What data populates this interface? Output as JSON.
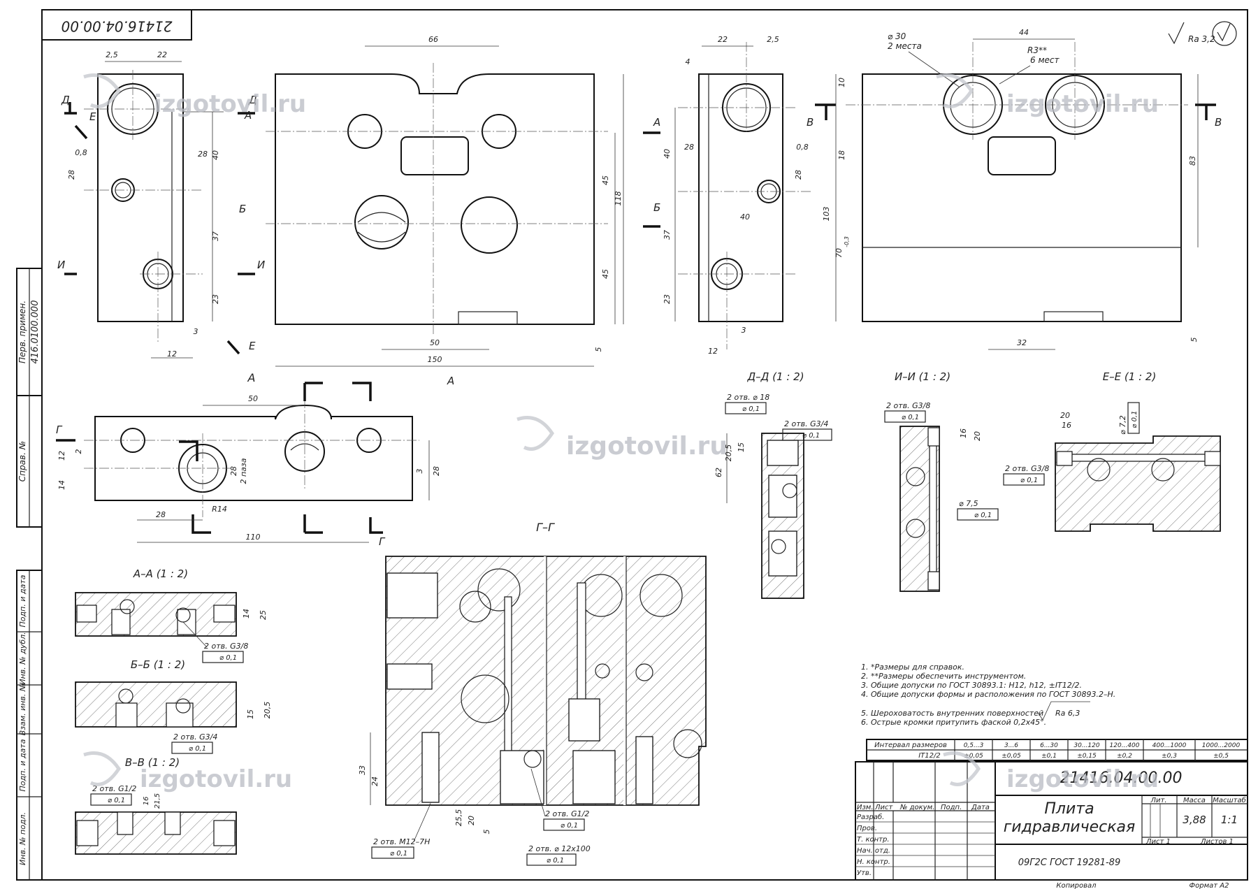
{
  "stamp_number_rotated": "21416.04.00.00",
  "roughness_general": "Ra 3,2",
  "watermark": "izgotovil.ru",
  "left_strip": {
    "perv_primen_label": "Перв. примен.",
    "perv_primen_value": "416.0100.000",
    "sprav_label": "Справ. №",
    "podp_data_1": "Подп. и дата",
    "inv_dubl": "Инв. № дубл.",
    "vzam_inv": "Взам. инв. №",
    "podp_data_2": "Подп. и дата",
    "inv_podl": "Инв. № подл."
  },
  "view_left": {
    "dims": [
      "2,5",
      "22",
      "0,8",
      "28",
      "40",
      "28",
      "37",
      "23",
      "3",
      "12"
    ],
    "marks": [
      "Д",
      "Д",
      "Е",
      "Е",
      "И",
      "И",
      "А",
      "Б"
    ]
  },
  "view_front": {
    "dims": [
      "66",
      "45",
      "118",
      "45",
      "50",
      "150",
      "5"
    ],
    "marks": [
      "А",
      "А",
      "Б",
      "А"
    ]
  },
  "view_side": {
    "dims": [
      "22",
      "2,5",
      "4",
      "40",
      "28",
      "0,8",
      "28",
      "37",
      "40",
      "23",
      "3",
      "12"
    ]
  },
  "view_right": {
    "dims": [
      "44",
      "10",
      "18",
      "83",
      "103",
      "70",
      "32",
      "5"
    ],
    "callouts": [
      "⌀ 30",
      "2 места",
      "R3**",
      "6 мест"
    ],
    "tol_70": "-0,3",
    "marks": [
      "В",
      "В"
    ]
  },
  "view_a": {
    "title": "А",
    "dims": [
      "50",
      "12",
      "2",
      "14",
      "28",
      "2 паза",
      "3",
      "28",
      "28",
      "R14",
      "110"
    ],
    "marks": [
      "Г",
      "Г"
    ]
  },
  "section_dd": {
    "title": "Д–Д (1 : 2)",
    "callout1": "2 отв. ⌀ 18",
    "tol1": "⌀ 0,1",
    "callout2": "2 отв. G3/4",
    "tol2": "⌀ 0,1",
    "dims": [
      "20,5",
      "15",
      "62"
    ]
  },
  "section_ii": {
    "title": "И–И (1 : 2)",
    "callout1": "2 отв. G3/8",
    "tol1": "⌀ 0,1",
    "dims": [
      "16",
      "20",
      "⌀ 7,5"
    ],
    "tol2": "⌀ 0,1"
  },
  "section_ee": {
    "title": "Е–Е (1 : 2)",
    "dims": [
      "20",
      "16",
      "⌀ 7,2"
    ],
    "tol_top": "⌀ 0,1",
    "callout1": "2 отв. G3/8",
    "tol1": "⌀ 0,1"
  },
  "section_aa": {
    "title": "А–А (1 : 2)",
    "callout": "2 отв. G3/8",
    "tol": "⌀ 0,1",
    "dims": [
      "14",
      "25"
    ]
  },
  "section_bb": {
    "title": "Б–Б (1 : 2)",
    "callout": "2 отв. G3/4",
    "tol": "⌀ 0,1",
    "dims": [
      "15",
      "20,5"
    ]
  },
  "section_vv": {
    "title": "В–В (1 : 2)",
    "callout": "2 отв. G1/2",
    "tol": "⌀ 0,1",
    "dims": [
      "16",
      "21,5"
    ]
  },
  "section_gg": {
    "title": "Г–Г",
    "dims": [
      "33",
      "24",
      "25,5",
      "20",
      "5"
    ],
    "callout_m12": "2 отв. M12–7H",
    "tol_m12": "⌀ 0,1",
    "callout_g12": "2 отв. G1/2",
    "tol_g12": "⌀ 0,1",
    "callout_12x100": "2 отв. ⌀ 12x100",
    "tol_12x100": "⌀ 0,1"
  },
  "notes": [
    "1. *Размеры для справок.",
    "2. **Размеры обеспечить инструментом.",
    "3. Общие допуски по ГОСТ 30893.1: H12, h12, ±IT12/2.",
    "4. Общие допуски формы и расположения по ГОСТ 30893.2–Н.",
    "5. Шероховатость внутренних поверхностей",
    "6. Острые кромки притупить фаской 0,2x45°."
  ],
  "note5_roughness": "Ra 6,3",
  "tolerance_table": {
    "row1_label": "Интервал размеров",
    "row2_label": "IT12/2",
    "ranges": [
      "0,5...3",
      "3...6",
      "6...30",
      "30...120",
      "120...400",
      "400...1000",
      "1000...2000"
    ],
    "values": [
      "±0,05",
      "±0,05",
      "±0,1",
      "±0,15",
      "±0,2",
      "±0,3",
      "±0,5"
    ]
  },
  "title_block": {
    "designation": "21416.04.00.00",
    "name_line1": "Плита",
    "name_line2": "гидравлическая",
    "material": "09Г2С ГОСТ 19281-89",
    "col_izm": "Изм.",
    "col_list": "Лист",
    "col_ndokum": "№ докум.",
    "col_podp": "Подп.",
    "col_data": "Дата",
    "row_razrab": "Разраб.",
    "row_prov": "Пров.",
    "row_tkontr": "Т. контр.",
    "row_nach": "Нач. отд.",
    "row_nkontr": "Н. контр.",
    "row_utv": "Утв.",
    "lit_label": "Лит.",
    "massa_label": "Масса",
    "masshtab_label": "Масштаб",
    "massa_value": "3,88",
    "masshtab_value": "1:1",
    "list_label": "Лист 1",
    "listov_label": "Листов 1",
    "kopiroval": "Копировал",
    "format": "Формат A2"
  }
}
